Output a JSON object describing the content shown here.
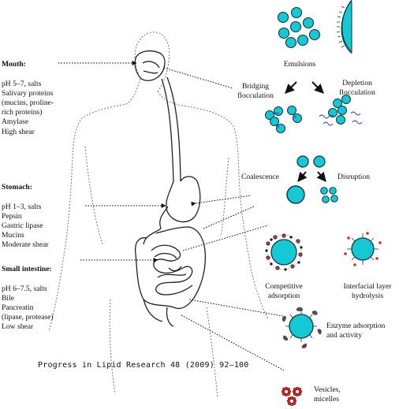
{
  "regions": {
    "mouth": {
      "title": "Mouth:",
      "body": "pH 5–7, salts\nSalivary proteins\n(mucins, proline-\nrich proteins)\nAmylase\nHigh shear"
    },
    "stomach": {
      "title": "Stomach:",
      "body": "pH 1–3, salts\nPepsin\nGastric lipase\nMucins\nModerate shear"
    },
    "small_intestine": {
      "title": "Small intestine:",
      "body": "pH 6–7.5, salts\nBile\nPancreatin\n(lipase, protease)\nLow shear"
    }
  },
  "processes": {
    "emulsions": "Emulsions",
    "bridging": "Bridging\nflocculation",
    "depletion": "Depletion\nflocculation",
    "coalescence": "Coalescence",
    "disruption": "Disruption",
    "competitive": "Competitive\nadsorption",
    "interfacial": "Interfacial layer\nhydrolysis",
    "enzyme": "Enzyme adsorption\nand activity",
    "vesicles": "Vesicles,\nmicelles"
  },
  "citation": "Progress in Lipid Research 48 (2009) 92–100",
  "colors": {
    "droplet": "#16c8d4",
    "droplet_stroke": "#0a3a40",
    "micelle": "#d92b2b",
    "polymer": "#3a3ad0"
  }
}
